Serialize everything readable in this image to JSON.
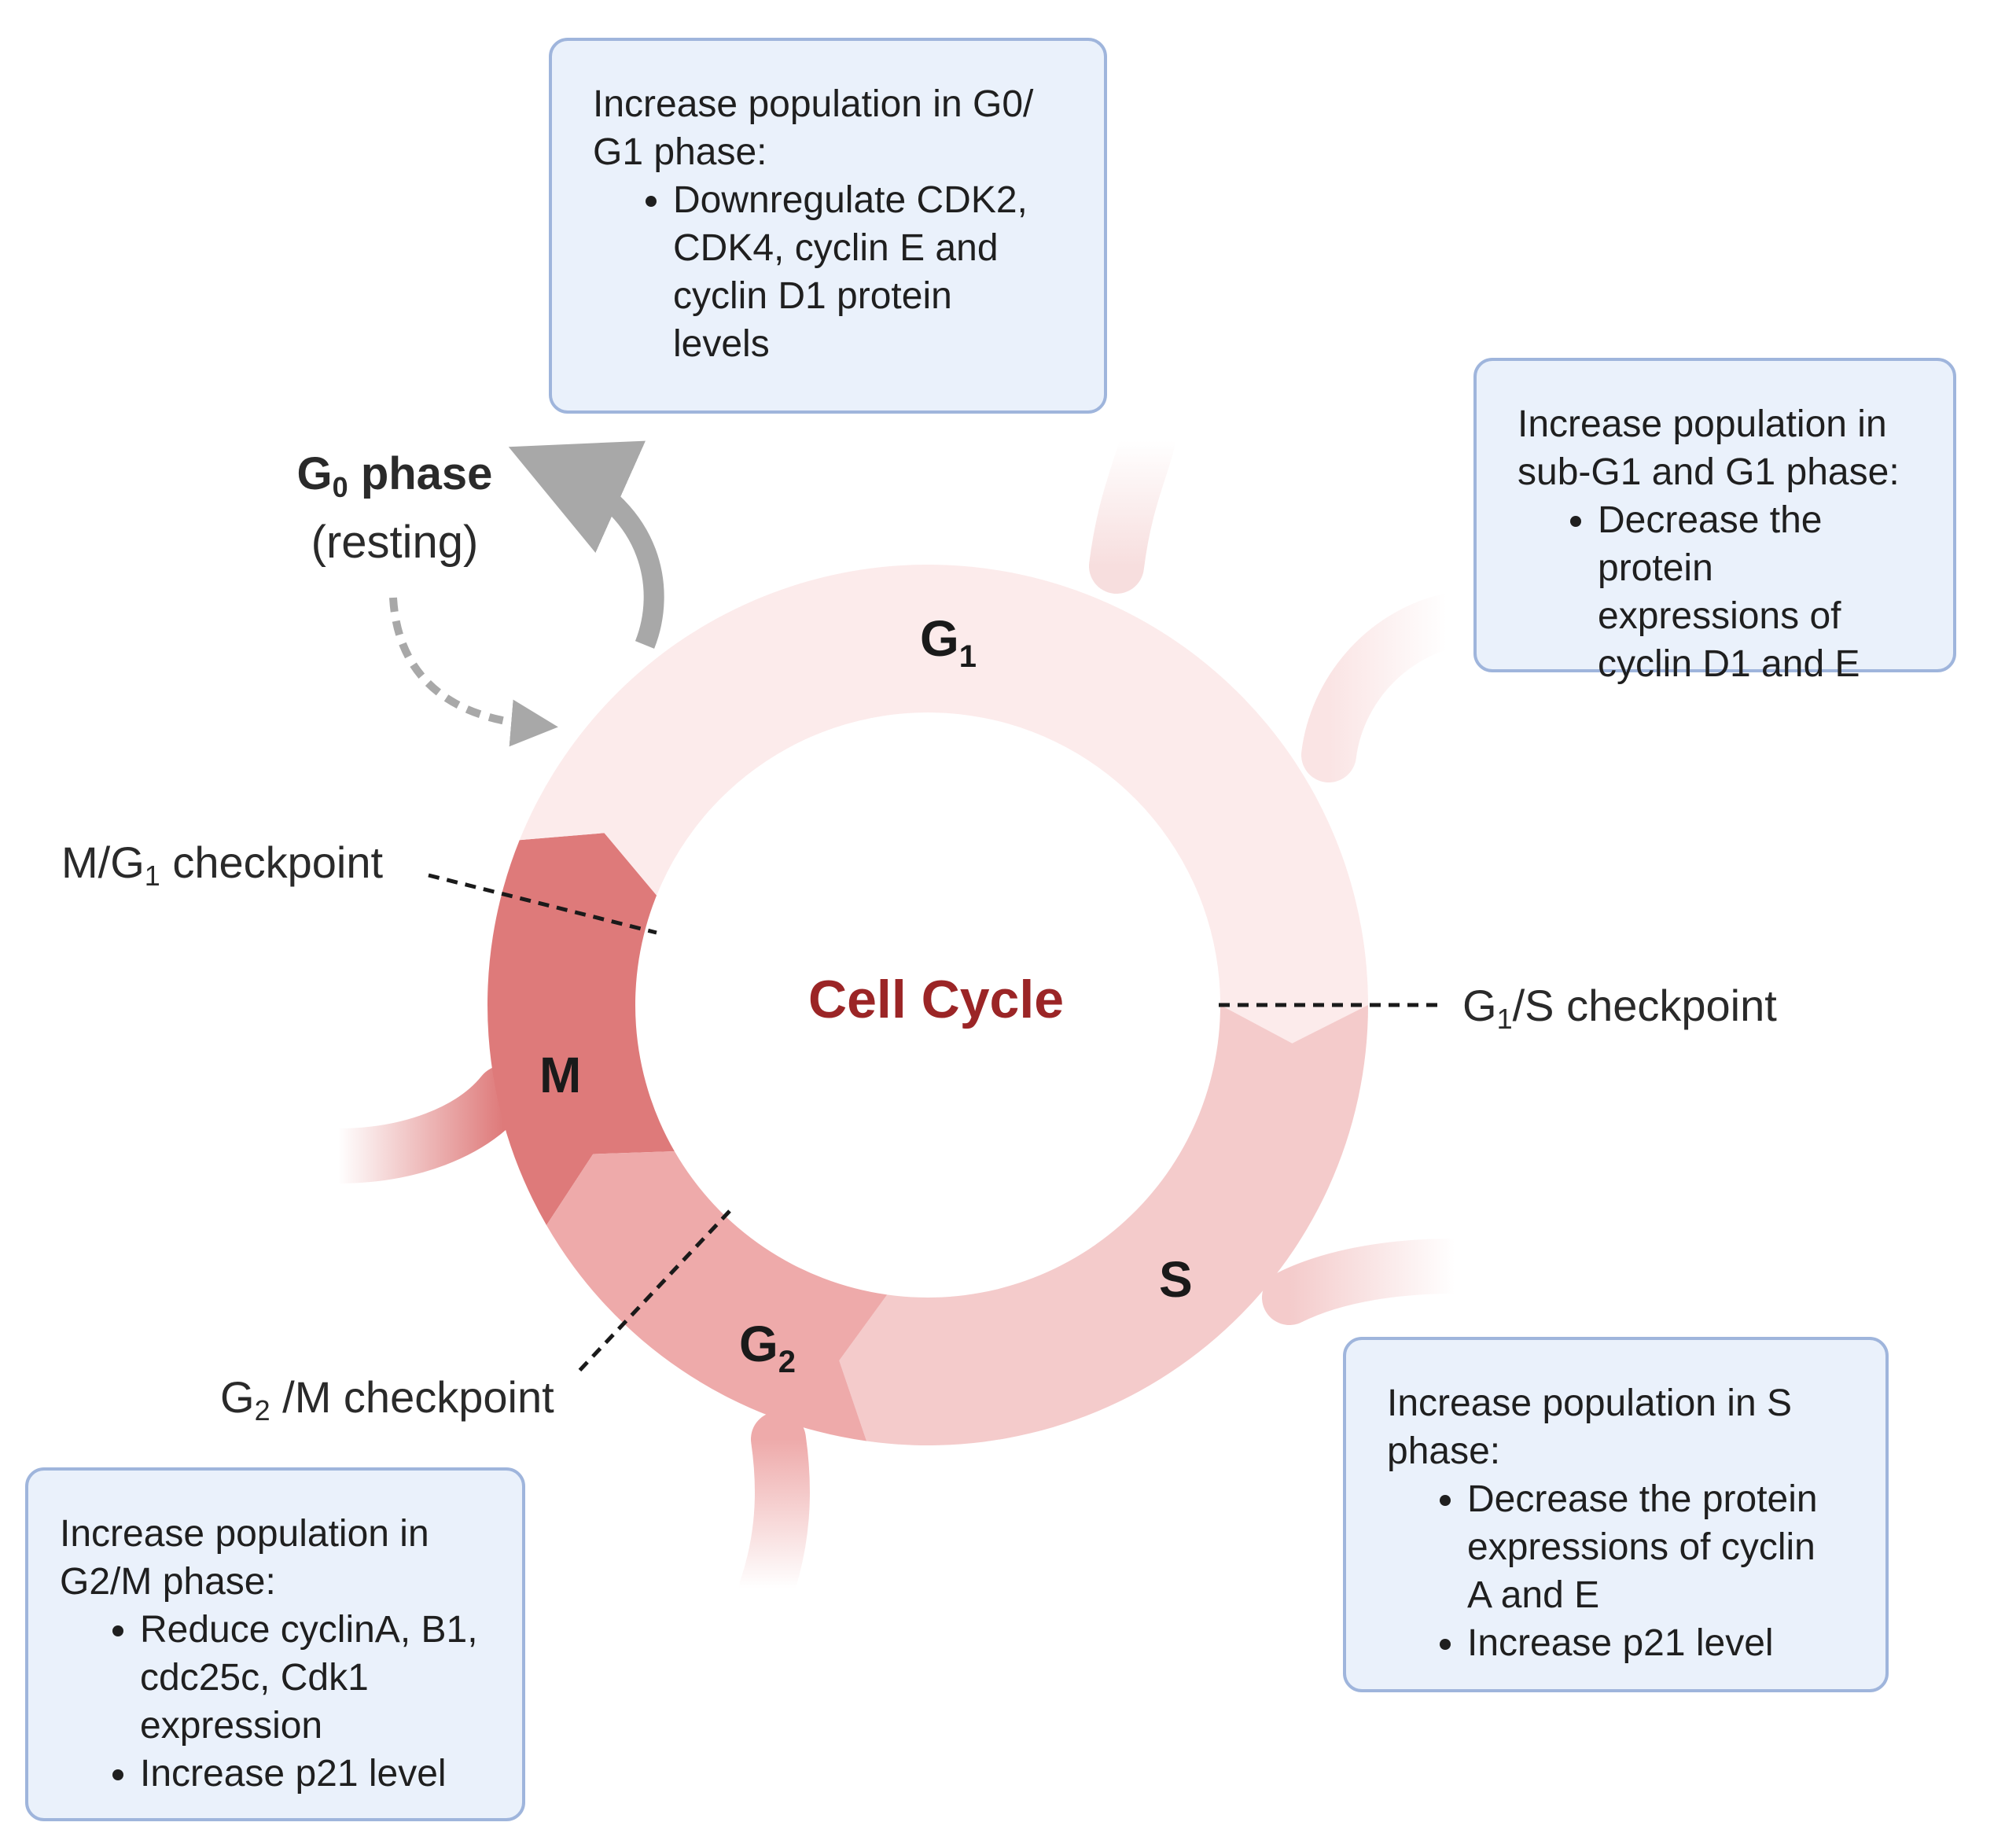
{
  "center_title": "Cell Cycle",
  "phases": {
    "g1": {
      "letter": "G",
      "subscript": "1"
    },
    "s": {
      "letter": "S"
    },
    "g2": {
      "letter": "G",
      "subscript": "2"
    },
    "m": {
      "letter": "M"
    }
  },
  "g0": {
    "letter": "G",
    "subscript": "0",
    "word": "phase",
    "note": "(resting)"
  },
  "checkpoints": {
    "m_g1": {
      "prefix": "M/G",
      "subscript": "1",
      "suffix": " checkpoint"
    },
    "g1_s": {
      "prefix": "G",
      "subscript": "1",
      "suffix": "/S checkpoint"
    },
    "g2_m": {
      "prefix": "G",
      "subscript": "2",
      "suffix": " /M checkpoint"
    }
  },
  "boxes": {
    "g0g1": {
      "heading": "Increase population in G0/ G1 phase:",
      "bullets": [
        "Downregulate CDK2, CDK4, cyclin E and cyclin D1 protein levels"
      ]
    },
    "subg1": {
      "heading": "Increase population in sub-G1 and G1 phase:",
      "bullets": [
        "Decrease the protein expressions of cyclin D1 and E"
      ]
    },
    "s_phase": {
      "heading": "Increase population in S phase:",
      "bullets": [
        "Decrease the protein expressions of cyclin A and E",
        "Increase p21 level"
      ]
    },
    "g2m": {
      "heading": "Increase population in G2/M  phase:",
      "bullets": [
        "Reduce cyclinA,  B1, cdc25c, Cdk1 expression",
        "Increase p21 level"
      ]
    }
  },
  "colors": {
    "g1": "#fcebeb",
    "s": "#f4cbcb",
    "g2": "#eeaaaa",
    "m": "#de7a7a",
    "branch": "#f7dede",
    "title": "#9b2526",
    "box_fill": "#eaf1fb",
    "box_border": "#9fb5dc",
    "arrow": "#a8a8a8"
  }
}
